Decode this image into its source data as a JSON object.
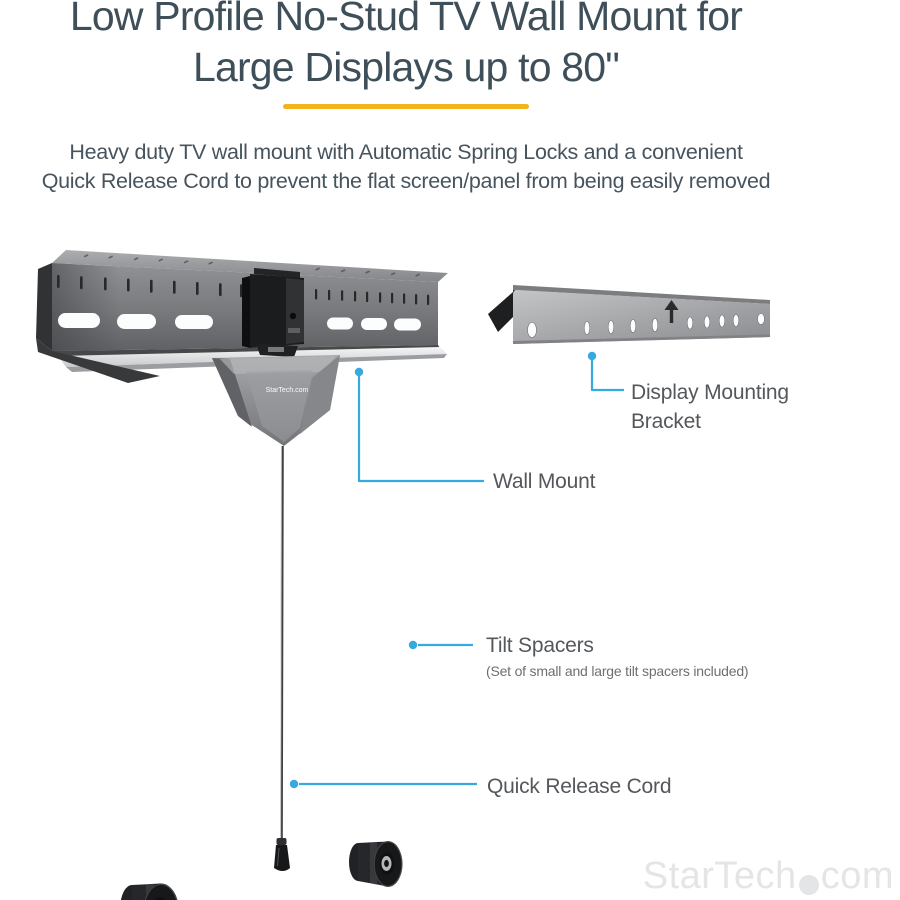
{
  "page": {
    "title": {
      "line1": "Low Profile No-Stud TV Wall Mount for",
      "line2": "Large Displays up to 80\""
    },
    "subtitle": {
      "line1": "Heavy duty TV wall mount with Automatic Spring Locks and a convenient",
      "line2": "Quick Release Cord to prevent the flat screen/panel from being easily removed"
    }
  },
  "callouts": {
    "display_bracket": {
      "line1": "Display Mounting",
      "line2": "Bracket"
    },
    "wall_mount": {
      "label": "Wall Mount"
    },
    "tilt_spacers": {
      "label": "Tilt Spacers",
      "note": "(Set of small and large tilt spacers included)"
    },
    "quick_release": {
      "label": "Quick Release Cord"
    }
  },
  "product": {
    "brand_label": "StarTech.com"
  },
  "watermark": {
    "brand": "StarTech",
    "tld": "com"
  },
  "colors": {
    "accent_yellow": "#f3b31d",
    "callout_blue": "#36a9de",
    "title_text": "#3e4f5a",
    "label_text": "#54575b",
    "watermark_text": "#e4e5e6"
  }
}
